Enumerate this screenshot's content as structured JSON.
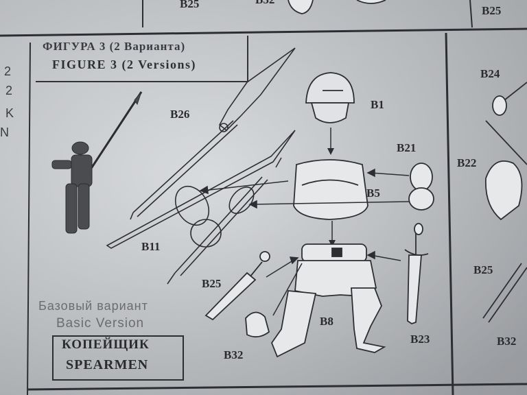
{
  "figure": {
    "title_ru": "ФИГУРА 3 (2 Варианта)",
    "title_en": "FIGURE 3 (2 Versions)"
  },
  "version": {
    "ru": "Базовый вариант",
    "en": "Basic Version"
  },
  "unit": {
    "ru": "КОПЕЙЩИК",
    "en": "SPEARMEN"
  },
  "parts": {
    "b1": "B1",
    "b5": "B5",
    "b8": "B8",
    "b11": "B11",
    "b21": "B21",
    "b23": "B23",
    "b25": "B25",
    "b26": "B26",
    "b32": "B32"
  },
  "neighbors": {
    "top_b25_left": "B25",
    "top_b32": "B32",
    "top_b25_right": "B25",
    "right_b24": "B24",
    "right_b22": "B22",
    "right_b25": "B25",
    "right_b32": "B32",
    "left_frag_1": "2",
    "left_frag_2": "2",
    "left_frag_3": "K",
    "left_frag_4": "N"
  }
}
